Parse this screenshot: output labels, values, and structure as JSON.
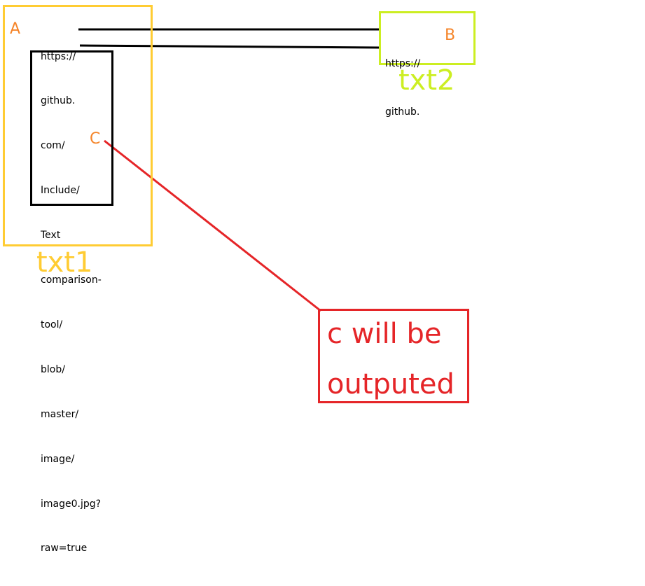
{
  "boxes": {
    "txt1": {
      "name": "txt1",
      "lines": [
        "https://",
        "github.",
        "com/",
        "Include/",
        "Text",
        "comparison-",
        "tool/",
        "blob/",
        "master/",
        "image/",
        "image0.jpg?",
        "raw=true"
      ]
    },
    "txt2": {
      "name": "txt2",
      "lines": [
        "https://",
        "github."
      ]
    }
  },
  "markers": {
    "a": "A",
    "b": "B",
    "c": "C"
  },
  "note": {
    "lines": [
      "c will be",
      "outputed"
    ]
  },
  "colors": {
    "txt1": "#ffcc33",
    "txt2": "#ccee22",
    "marker": "#f5852a",
    "note": "#e52528",
    "connector": "#000000"
  }
}
